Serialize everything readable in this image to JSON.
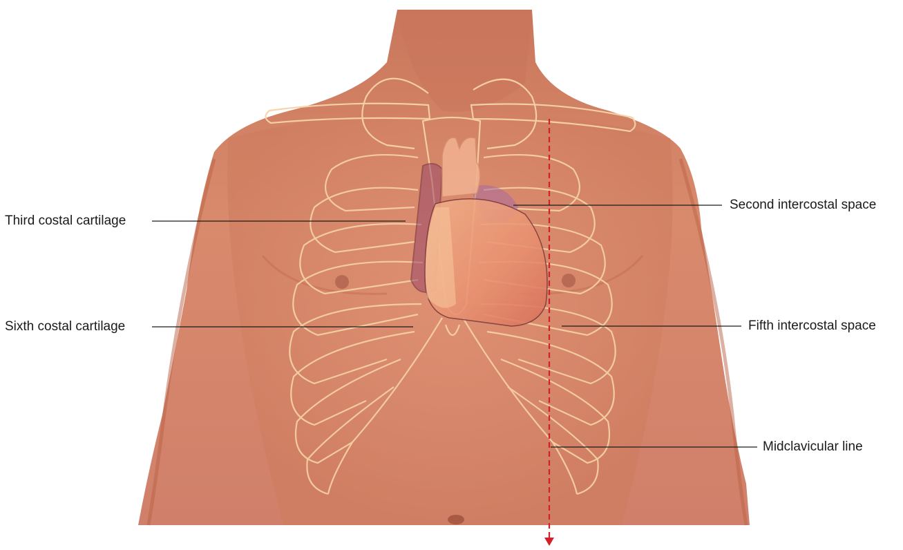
{
  "labels": {
    "third_costal_cartilage": "Third costal cartilage",
    "sixth_costal_cartilage": "Sixth costal cartilage",
    "second_intercostal_space": "Second intercostal space",
    "fifth_intercostal_space": "Fifth intercostal space",
    "midclavicular_line": "Midclavicular line"
  },
  "colors": {
    "skin": "#d9876a",
    "skin_shadow": "#b8654a",
    "bone": "#f6d3a8",
    "heart": "#e89a78",
    "leader_line": "#1a1a1a",
    "midclavicular": "#d0202a"
  }
}
